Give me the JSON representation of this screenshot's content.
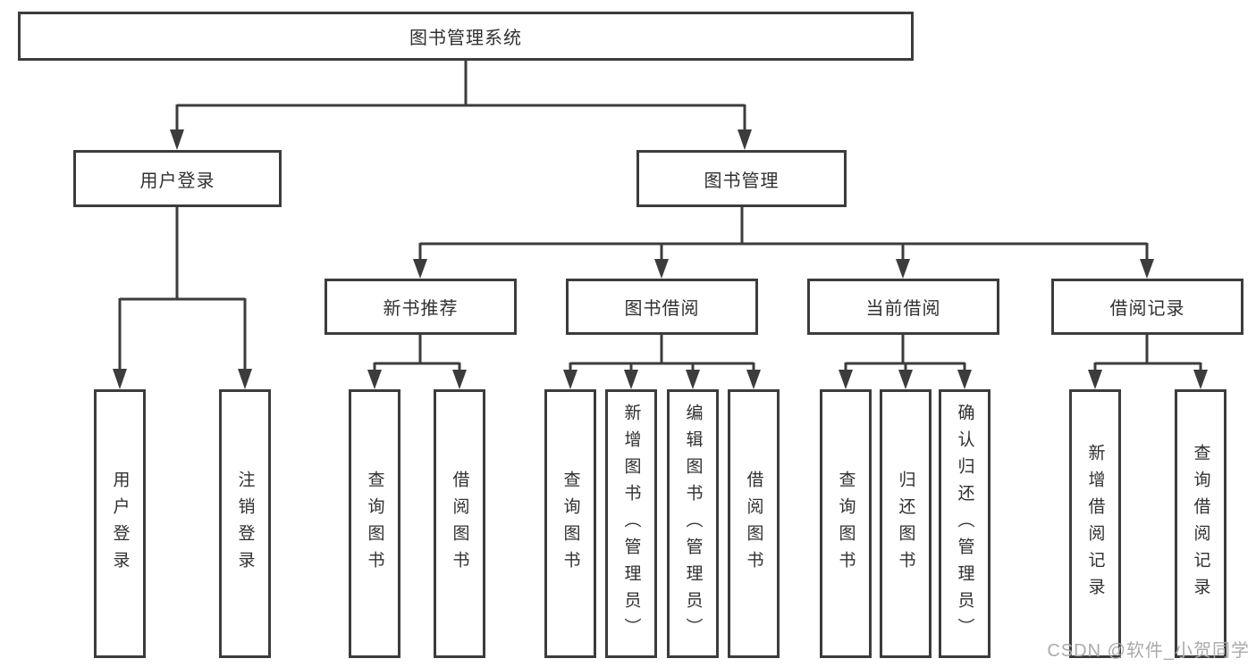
{
  "diagram": {
    "root_label": "图书管理系统",
    "branches": {
      "user_login": {
        "label": "用户登录",
        "children": [
          "用户登录",
          "注销登录"
        ]
      },
      "book_mgmt": {
        "label": "图书管理",
        "groups": [
          {
            "label": "新书推荐",
            "children": [
              "查询图书",
              "借阅图书"
            ]
          },
          {
            "label": "图书借阅",
            "children": [
              "查询图书",
              "新增图书（管理员）",
              "编辑图书（管理员）",
              "借阅图书"
            ]
          },
          {
            "label": "当前借阅",
            "children": [
              "查询图书",
              "归还图书",
              "确认归还（管理员）"
            ]
          },
          {
            "label": "借阅记录",
            "children": [
              "新增借阅记录",
              "查询借阅记录"
            ]
          }
        ]
      }
    }
  },
  "watermark": "CSDN @软件_小贺同学",
  "colors": {
    "line": "#3c3c3c",
    "text": "#303030",
    "watermark": "#ababab",
    "background": "#ffffff"
  }
}
